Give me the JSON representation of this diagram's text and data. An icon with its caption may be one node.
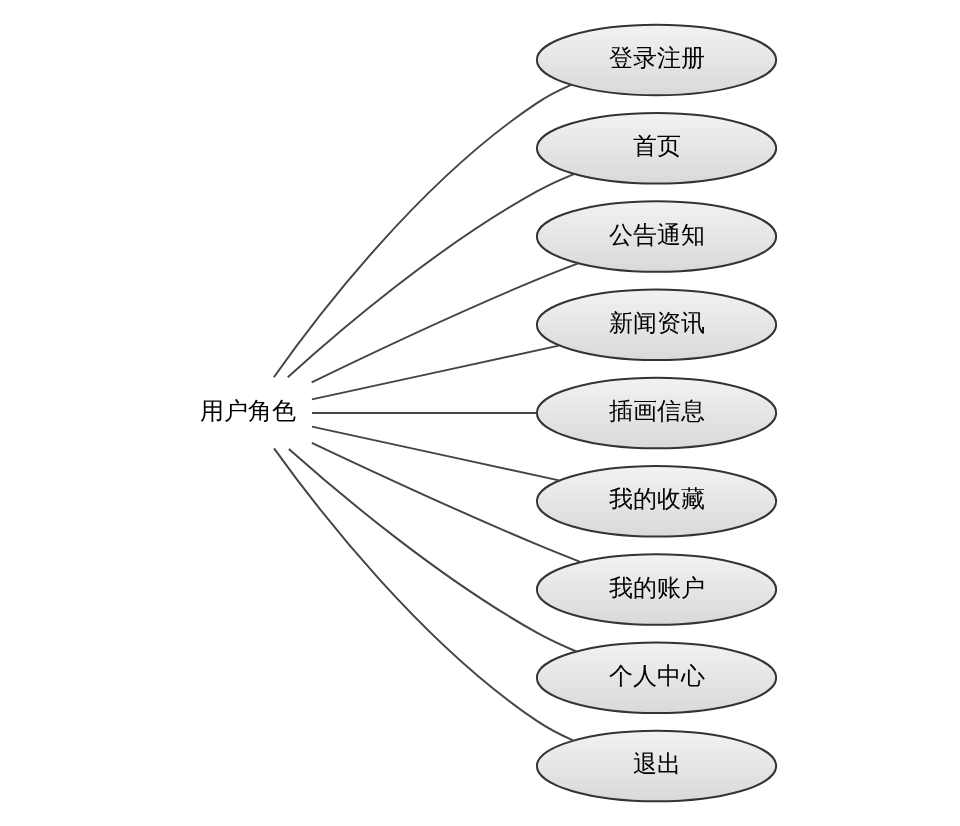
{
  "diagram": {
    "nodes": [
      {
        "text": [
          "用户角色"
        ]
      },
      {
        "text": [
          "登录注册"
        ]
      },
      {
        "text": [
          "首页"
        ]
      },
      {
        "text": [
          "公告通知"
        ]
      },
      {
        "text": [
          "新闻资讯"
        ]
      },
      {
        "text": [
          "插画信息"
        ]
      },
      {
        "text": [
          "我的收藏"
        ]
      },
      {
        "text": [
          "我的账户"
        ]
      },
      {
        "text": [
          "个人中心"
        ]
      },
      {
        "text": [
          "退出"
        ]
      }
    ],
    "edges": [
      {
        "from": 0,
        "to": 1,
        "arrow": "none"
      },
      {
        "from": 0,
        "to": 2,
        "arrow": "none"
      },
      {
        "from": 0,
        "to": 3,
        "arrow": "none"
      },
      {
        "from": 0,
        "to": 4,
        "arrow": "none"
      },
      {
        "from": 0,
        "to": 5,
        "arrow": "none"
      },
      {
        "from": 0,
        "to": 6,
        "arrow": "none"
      },
      {
        "from": 0,
        "to": 7,
        "arrow": "none"
      },
      {
        "from": 0,
        "to": 8,
        "arrow": "none"
      },
      {
        "from": 0,
        "to": 9,
        "arrow": "none"
      }
    ]
  }
}
